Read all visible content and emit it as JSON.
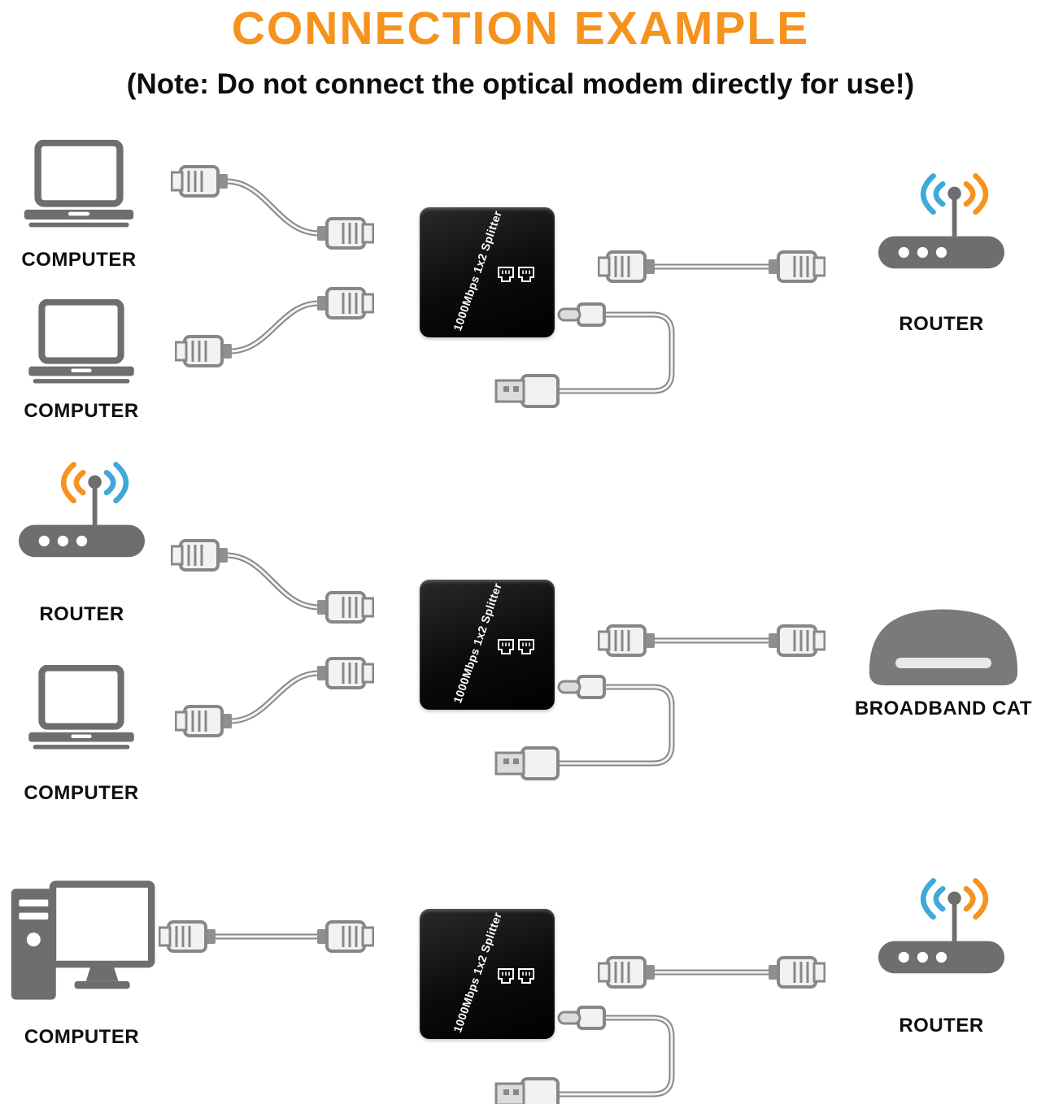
{
  "title": "CONNECTION EXAMPLE",
  "note": "(Note: Do not connect the optical modem directly for use!)",
  "splitter": {
    "label": "1000Mbps 1x2 Splitter"
  },
  "colors": {
    "title_orange": "#F6921E",
    "device_gray": "#6E6E6E",
    "wifi_blue": "#3FA9D8",
    "wifi_orange": "#F6921E",
    "splitter_black": "#0B0B0B",
    "cable_gray": "#878787"
  },
  "icons": {
    "laptop-icon": "laptop computer",
    "router-icon": "wifi router with antenna and signal arcs",
    "desktop-computer-icon": "tower pc with monitor",
    "modem-icon": "broadband cat / optical modem",
    "rj45-connector-icon": "ethernet plug",
    "usb-a-connector-icon": "USB-A power plug",
    "usb-c-connector-icon": "USB-C power plug",
    "ethernet-port-icons": "splitter RJ45 ports"
  },
  "rows": [
    {
      "name": "two-computers-to-router",
      "left_devices": [
        {
          "type": "laptop",
          "label": "COMPUTER"
        },
        {
          "type": "laptop",
          "label": "COMPUTER"
        }
      ],
      "right_device": {
        "type": "router",
        "label": "ROUTER"
      }
    },
    {
      "name": "router-and-computer-to-broadband-cat",
      "left_devices": [
        {
          "type": "router",
          "label": "ROUTER"
        },
        {
          "type": "laptop",
          "label": "COMPUTER"
        }
      ],
      "right_device": {
        "type": "broadband-cat",
        "label": "BROADBAND CAT"
      }
    },
    {
      "name": "desktop-computer-to-router",
      "left_devices": [
        {
          "type": "desktop",
          "label": "COMPUTER"
        }
      ],
      "right_device": {
        "type": "router",
        "label": "ROUTER"
      }
    }
  ]
}
